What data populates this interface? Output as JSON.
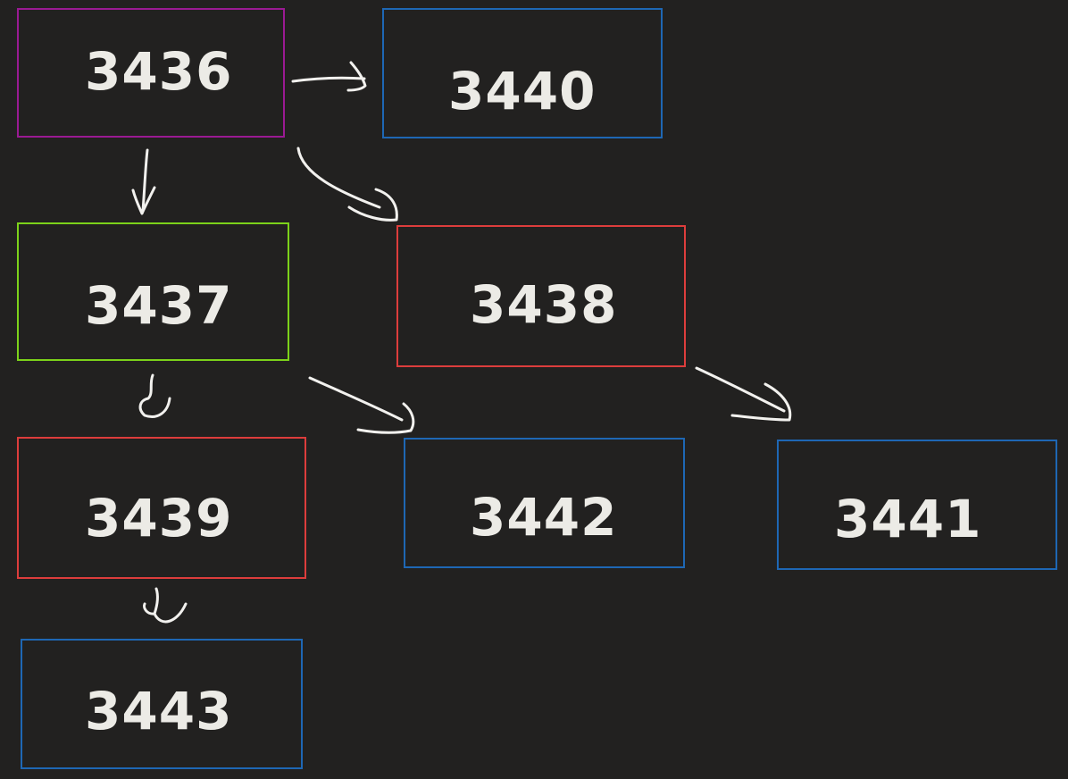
{
  "colors": {
    "background": "#222120",
    "text": "#ecebe6",
    "arrow": "#f2f1ee"
  },
  "nodes": [
    {
      "id": "n3436",
      "label": "3436",
      "color": "#9a1a93"
    },
    {
      "id": "n3440",
      "label": "3440",
      "color": "#1e67b4"
    },
    {
      "id": "n3437",
      "label": "3437",
      "color": "#7cd21a"
    },
    {
      "id": "n3438",
      "label": "3438",
      "color": "#dd3d3c"
    },
    {
      "id": "n3439",
      "label": "3439",
      "color": "#dd3d3c"
    },
    {
      "id": "n3442",
      "label": "3442",
      "color": "#1e67b4"
    },
    {
      "id": "n3441",
      "label": "3441",
      "color": "#1e67b4"
    },
    {
      "id": "n3443",
      "label": "3443",
      "color": "#1e67b4"
    }
  ],
  "edges": [
    {
      "from": "3436",
      "to": "3440"
    },
    {
      "from": "3436",
      "to": "3437"
    },
    {
      "from": "3436",
      "to": "3438"
    },
    {
      "from": "3437",
      "to": "3439"
    },
    {
      "from": "3437",
      "to": "3442"
    },
    {
      "from": "3438",
      "to": "3441"
    },
    {
      "from": "3439",
      "to": "3443"
    }
  ]
}
